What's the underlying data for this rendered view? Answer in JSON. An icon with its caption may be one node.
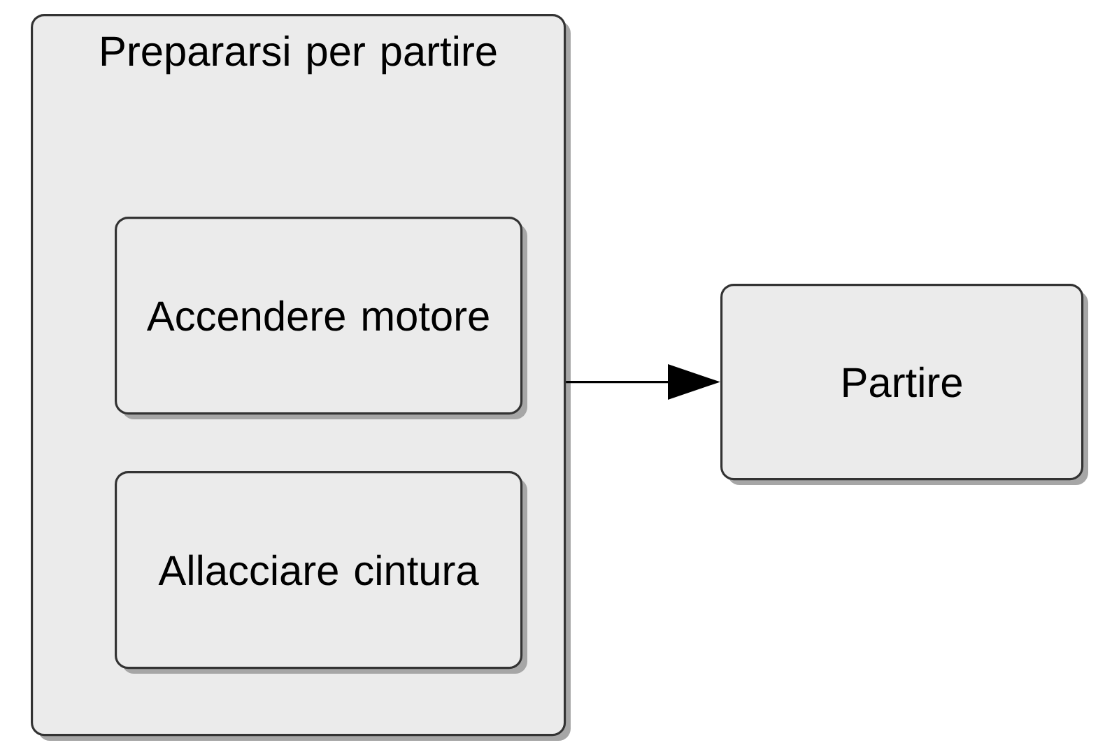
{
  "diagram": {
    "nodes": [
      {
        "text": [
          "Prepararsi per partire"
        ]
      },
      {
        "text": [
          "Accendere motore"
        ],
        "in": 0
      },
      {
        "text": [
          "Allacciare cintura"
        ],
        "in": 0
      },
      {
        "text": [
          "Partire"
        ]
      }
    ],
    "edges": [
      {
        "from": 0,
        "to": 3,
        "arrow": "to"
      }
    ]
  }
}
